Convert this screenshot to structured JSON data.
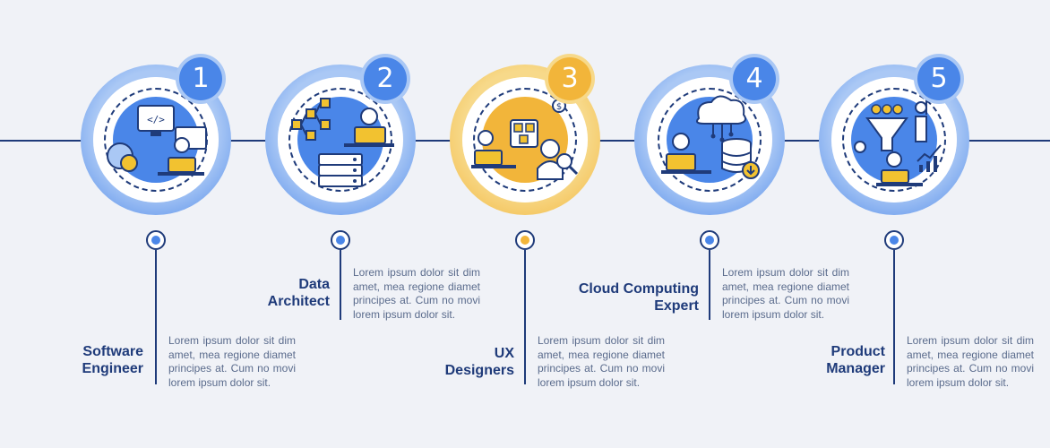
{
  "steps": [
    {
      "number": "1",
      "title": "Software\nEngineer",
      "description": "Lorem ipsum dolor sit dim amet, mea regione diamet principes at. Cum no movi lorem ipsum dolor sit.",
      "accent": "#4a86e8",
      "light": "#aac8f5"
    },
    {
      "number": "2",
      "title": "Data\nArchitect",
      "description": "Lorem ipsum dolor sit dim amet, mea regione diamet principes at. Cum no movi lorem ipsum dolor sit.",
      "accent": "#4a86e8",
      "light": "#aac8f5"
    },
    {
      "number": "3",
      "title": "UX\nDesigners",
      "description": "Lorem ipsum dolor sit dim amet, mea regione diamet principes at. Cum no movi lorem ipsum dolor sit.",
      "accent": "#f2b53a",
      "light": "#f7d98a"
    },
    {
      "number": "4",
      "title": "Cloud Computing\nExpert",
      "description": "Lorem ipsum dolor sit dim amet, mea regione diamet principes at. Cum no movi lorem ipsum dolor sit.",
      "accent": "#4a86e8",
      "light": "#aac8f5"
    },
    {
      "number": "5",
      "title": "Product\nManager",
      "description": "Lorem ipsum dolor sit dim amet, mea regione diamet principes at. Cum no movi lorem ipsum dolor sit.",
      "accent": "#4a86e8",
      "light": "#aac8f5"
    }
  ],
  "icons": [
    "code-laptop-icon",
    "database-network-icon",
    "ux-workflow-icon",
    "cloud-data-icon",
    "funnel-growth-icon"
  ],
  "colors": {
    "navy": "#1f3b7a",
    "background": "#f0f2f7",
    "icon_fill": "#f2c230"
  }
}
